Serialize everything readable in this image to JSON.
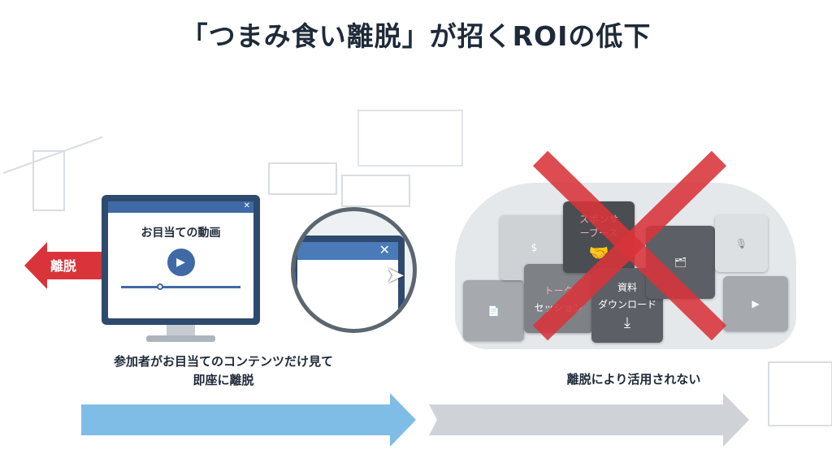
{
  "title": "「つまみ食い離脱」が招くROIの低下",
  "left": {
    "exit_arrow_label": "離脱",
    "video_title": "お目当ての動画",
    "caption_line1": "参加者がお目当てのコンテンツだけ見て",
    "caption_line2": "即座に離脱"
  },
  "right": {
    "tiles": {
      "sponsor": "スポンサーブース",
      "download_line1": "資料",
      "download_line2": "ダウンロード",
      "talk_line1": "トーク",
      "talk_line2": "セッション"
    },
    "caption": "離脱により活用されない"
  },
  "colors": {
    "accent_red": "#d9343a",
    "navy": "#2e4a6e",
    "arrow_blue": "#7fbde6",
    "arrow_grey": "#cfd3d8"
  }
}
